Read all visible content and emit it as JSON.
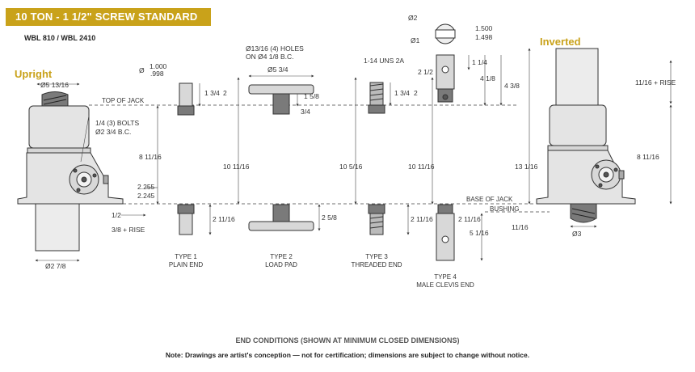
{
  "header": {
    "title": "10 TON - 1 1/2\" SCREW STANDARD",
    "model": "WBL 810 / WBL 2410"
  },
  "orientations": {
    "upright": "Upright",
    "inverted": "Inverted"
  },
  "labels": {
    "top_of_jack": "TOP OF JACK",
    "base_of_jack": "BASE OF JACK",
    "bushing": "BUSHING",
    "bolts_1": "1/4 (3) BOLTS",
    "bolts_2": "Ø2 3/4 B.C.",
    "holes_1": "Ø13/16 (4) HOLES",
    "holes_2": "ON Ø4 1/8 B.C.",
    "thread": "1-14 UNS 2A"
  },
  "dims": {
    "d1000": "1.000",
    "d998": ".998",
    "phi": "Ø",
    "top_dia": "Ø5 13/16",
    "pad_dia": "Ø5 3/4",
    "d2": "Ø2",
    "d1": "Ø1",
    "d1500": "1.500",
    "d1498": "1.498",
    "t1_134": "1 3/4",
    "t1_2": "2",
    "t2_158": "1 5/8",
    "t2_34": "3/4",
    "t3_134": "1 3/4",
    "t3_2": "2",
    "t4_212": "2 1/2",
    "t4_114": "1 1/4",
    "t4_418": "4 1/8",
    "t4_438": "4 3/8",
    "h_81116": "8 11/16",
    "h_101116": "10 11/16",
    "h_10516": "10 5/16",
    "h_101116b": "10 11/16",
    "h_131116": "13 1/16",
    "h_81116r": "8 11/16",
    "d2255": "2.255",
    "d2245": "2.245",
    "half": "1/2",
    "rise_l": "3/8 + RISE",
    "b1_21116": "2 11/16",
    "b2_258": "2 5/8",
    "b3_21116": "2 11/16",
    "b4_21116": "2 11/16",
    "b4_5116": "5 1/16",
    "rise_r": "11/16 + RISE",
    "r_1116": "11/16",
    "r_d3": "Ø3",
    "bot_dia": "Ø2 7/8"
  },
  "types": [
    {
      "name": "TYPE 1",
      "desc": "PLAIN END"
    },
    {
      "name": "TYPE 2",
      "desc": "LOAD PAD"
    },
    {
      "name": "TYPE 3",
      "desc": "THREADED END"
    },
    {
      "name": "TYPE 4",
      "desc": "MALE CLEVIS END"
    }
  ],
  "footer": {
    "title": "END CONDITIONS (SHOWN AT MINIMUM CLOSED DIMENSIONS)",
    "note": "Note: Drawings are artist's conception — not for certification; dimensions are subject to change without notice."
  }
}
